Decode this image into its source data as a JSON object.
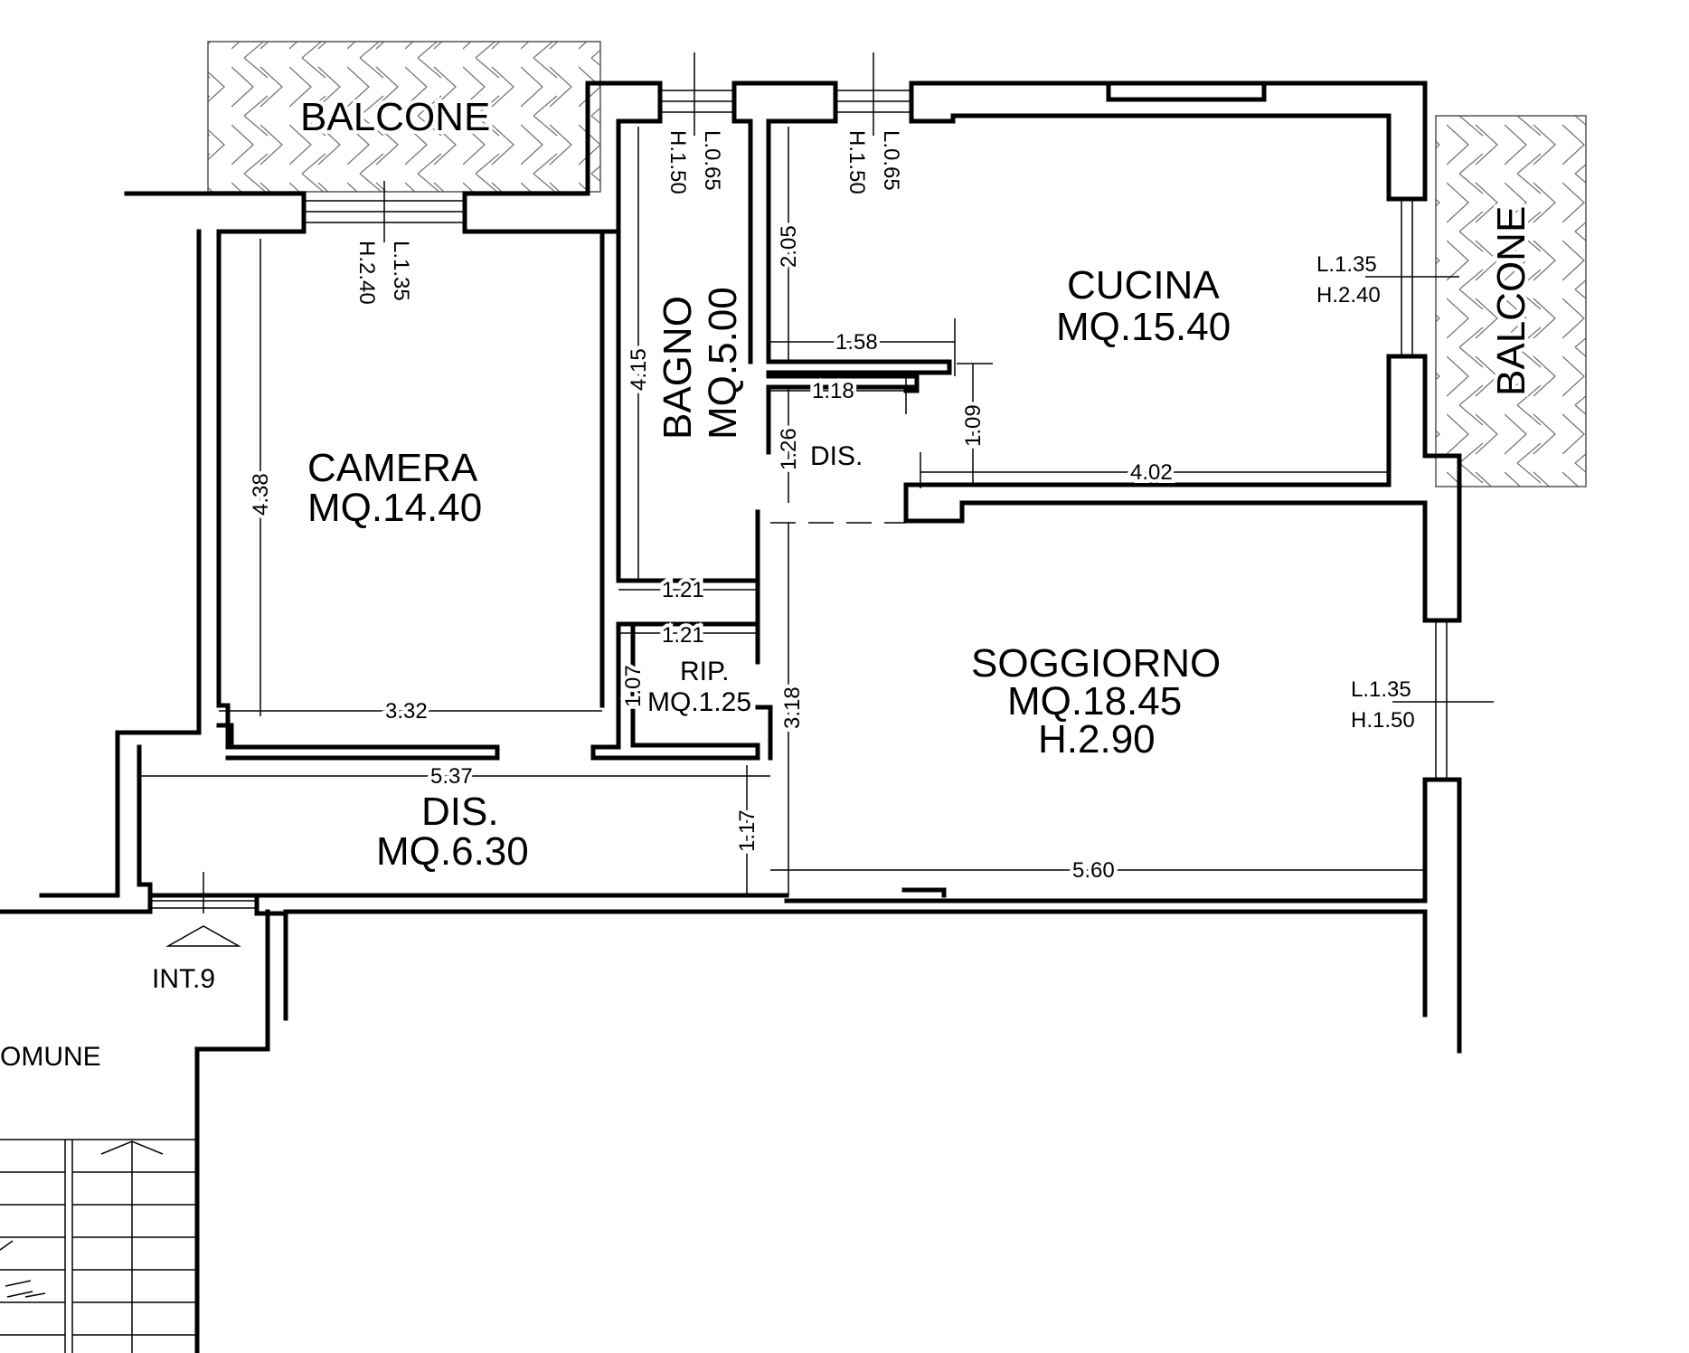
{
  "rooms": {
    "camera": {
      "name": "CAMERA",
      "area": "MQ.14.40"
    },
    "bagno": {
      "name": "BAGNO",
      "area": "MQ.5.00"
    },
    "cucina": {
      "name": "CUCINA",
      "area": "MQ.15.40"
    },
    "dis_small": {
      "name": "DIS."
    },
    "rip": {
      "name": "RIP.",
      "area": "MQ.1.25"
    },
    "soggiorno": {
      "name": "SOGGIORNO",
      "area": "MQ.18.45",
      "height": "H.2.90"
    },
    "dis_corridor": {
      "name": "DIS.",
      "area": "MQ.6.30"
    },
    "balcone_top": {
      "name": "BALCONE"
    },
    "balcone_right": {
      "name": "BALCONE"
    }
  },
  "labels": {
    "entrance": "INT.9",
    "common": "OMUNE"
  },
  "windows": {
    "camera": {
      "width": "L.1.35",
      "height": "H.2.40"
    },
    "bagno": {
      "width": "L.0.65",
      "height": "H.1.50"
    },
    "cucina_top": {
      "width": "L.0.65",
      "height": "H.1.50"
    },
    "cucina_right": {
      "width": "L.1.35",
      "height": "H.2.40"
    },
    "soggiorno": {
      "width": "L.1.35",
      "height": "H.1.50"
    }
  },
  "dimensions": {
    "camera_height": "4.38",
    "camera_width": "3.32",
    "bagno_height": "4.15",
    "bagno_width": "1.21",
    "rip_width": "1.21",
    "rip_height": "1.07",
    "cucina_upper": "2.05",
    "cucina_step": "1.58",
    "dis_width": "1.18",
    "dis_height": "1.26",
    "cucina_depth": "1.09",
    "cucina_width": "4.02",
    "soggiorno_height": "3.18",
    "corridor_width": "5.37",
    "corridor_depth": "1.17",
    "soggiorno_width": "5.60"
  }
}
